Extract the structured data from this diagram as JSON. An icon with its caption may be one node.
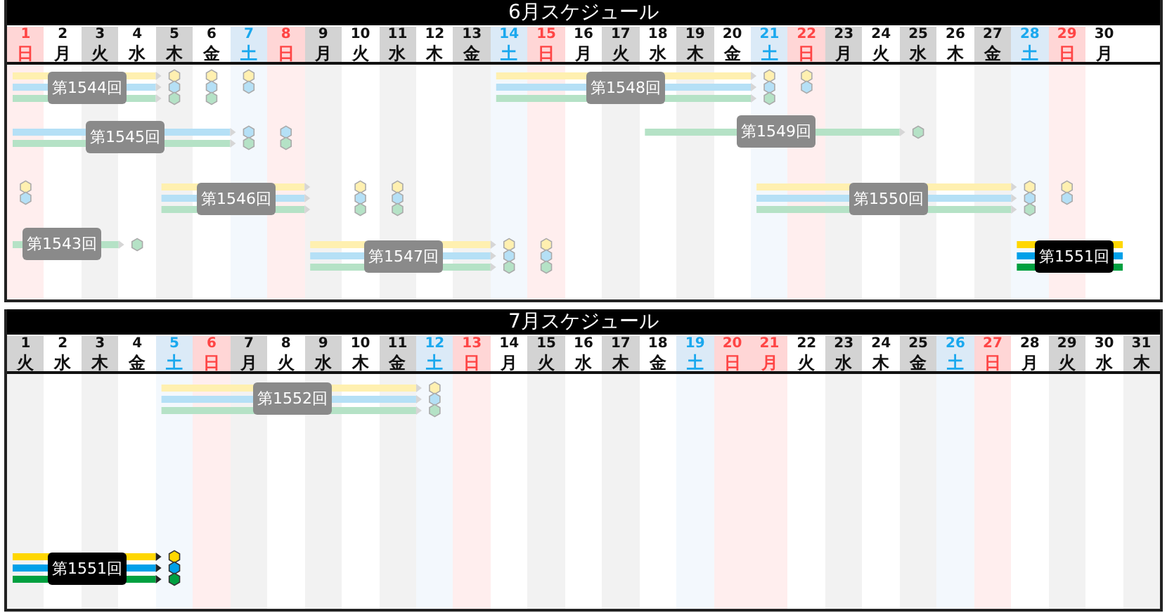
{
  "diagram": {
    "nodes": [
      {
        "text": [
          "6月スケジュール"
        ]
      },
      {
        "text": [
          "第1544回"
        ],
        "in": 0
      },
      {
        "text": [
          "第1548回"
        ],
        "in": 0
      },
      {
        "text": [
          "第1545回"
        ],
        "in": 0
      },
      {
        "text": [
          "第1549回"
        ],
        "in": 0
      },
      {
        "text": [
          "第1546回"
        ],
        "in": 0
      },
      {
        "text": [
          "第1550回"
        ],
        "in": 0
      },
      {
        "text": [
          "第1543回"
        ],
        "in": 0
      },
      {
        "text": [
          "第1547回"
        ],
        "in": 0
      },
      {
        "text": [
          "第1551回"
        ],
        "in": 0
      },
      {
        "text": [
          "7月スケジュール"
        ]
      },
      {
        "text": [
          "第1552回"
        ],
        "in": 10
      },
      {
        "text": [
          "第1551回"
        ],
        "in": 10
      }
    ],
    "labels": [
      "1",
      "日",
      "2",
      "月",
      "3",
      "火",
      "4",
      "水",
      "5",
      "木",
      "6",
      "金",
      "7",
      "土",
      "8",
      "日",
      "9",
      "月",
      "10",
      "火",
      "11",
      "水",
      "12",
      "木",
      "13",
      "金",
      "14",
      "土",
      "15",
      "日",
      "16",
      "月",
      "17",
      "火",
      "18",
      "水",
      "19",
      "木",
      "20",
      "金",
      "21",
      "土",
      "22",
      "日",
      "23",
      "月",
      "24",
      "火",
      "25",
      "水",
      "26",
      "木",
      "27",
      "金",
      "28",
      "土",
      "29",
      "日",
      "30",
      "月",
      "1",
      "火",
      "2",
      "水",
      "3",
      "木",
      "4",
      "金",
      "5",
      "土",
      "6",
      "日",
      "7",
      "月",
      "8",
      "火",
      "9",
      "水",
      "10",
      "木",
      "11",
      "金",
      "12",
      "土",
      "13",
      "日",
      "14",
      "月",
      "15",
      "火",
      "16",
      "水",
      "17",
      "木",
      "18",
      "金",
      "19",
      "土",
      "20",
      "日",
      "21",
      "月",
      "22",
      "火",
      "23",
      "水",
      "24",
      "木",
      "25",
      "金",
      "26",
      "土",
      "27",
      "日",
      "28",
      "月",
      "29",
      "火",
      "30",
      "水",
      "31",
      "木"
    ]
  }
}
